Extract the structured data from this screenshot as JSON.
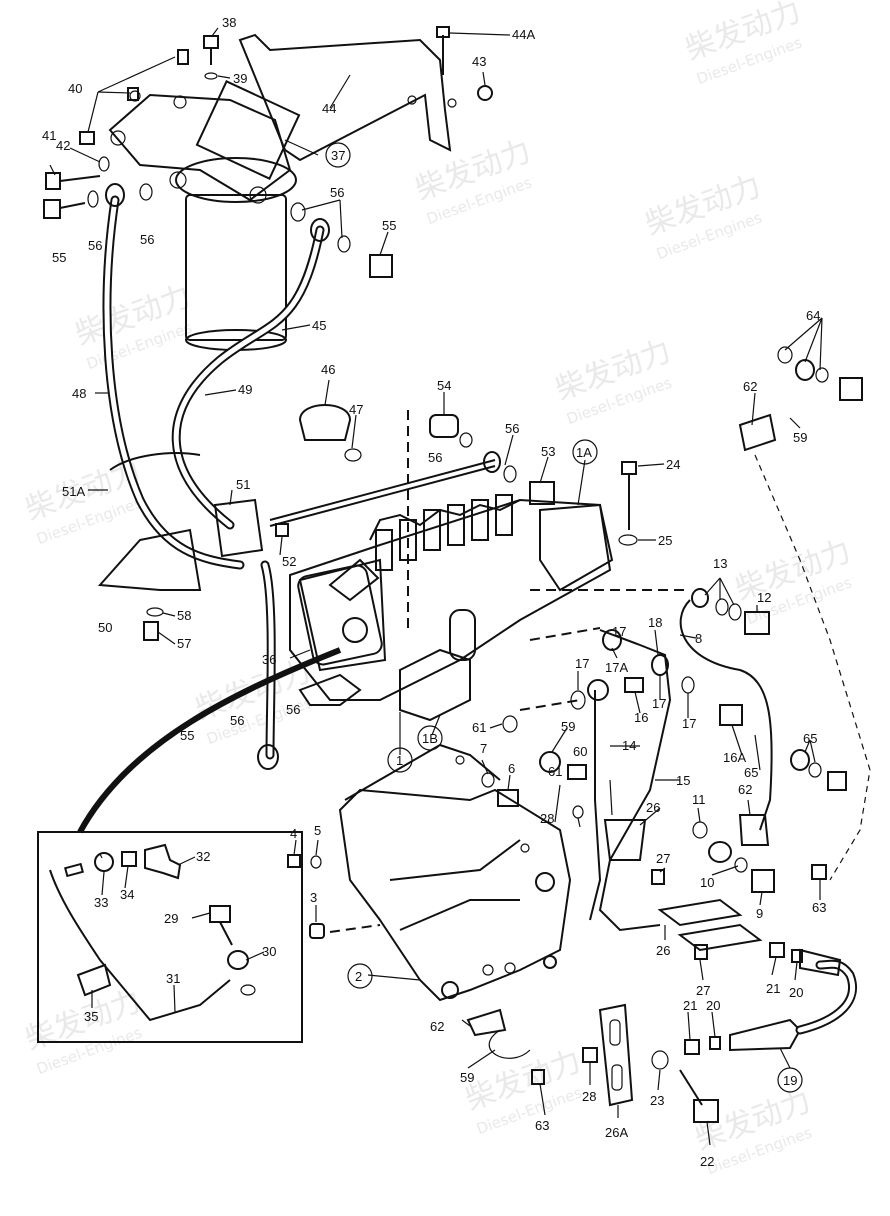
{
  "watermark": {
    "cn": "柴发动力",
    "en": "Diesel-Engines"
  },
  "labels": {
    "l1": "1",
    "l1A": "1A",
    "l1B": "1B",
    "l2": "2",
    "l3": "3",
    "l4": "4",
    "l5": "5",
    "l6": "6",
    "l7": "7",
    "l8": "8",
    "l9": "9",
    "l10": "10",
    "l11": "11",
    "l12": "12",
    "l13": "13",
    "l14": "14",
    "l15": "15",
    "l16": "16",
    "l16A": "16A",
    "l17": "17",
    "l17A": "17A",
    "l18": "18",
    "l19": "19",
    "l20": "20",
    "l21": "21",
    "l22": "22",
    "l23": "23",
    "l24": "24",
    "l25": "25",
    "l26": "26",
    "l26A": "26A",
    "l27": "27",
    "l28": "28",
    "l29": "29",
    "l30": "30",
    "l31": "31",
    "l32": "32",
    "l33": "33",
    "l34": "34",
    "l35": "35",
    "l36": "36",
    "l37": "37",
    "l38": "38",
    "l39": "39",
    "l40": "40",
    "l41": "41",
    "l42": "42",
    "l43": "43",
    "l44": "44",
    "l44A": "44A",
    "l45": "45",
    "l46": "46",
    "l47": "47",
    "l48": "48",
    "l49": "49",
    "l50": "50",
    "l51": "51",
    "l51A": "51A",
    "l52": "52",
    "l53": "53",
    "l54": "54",
    "l55": "55",
    "l56": "56",
    "l57": "57",
    "l58": "58",
    "l59": "59",
    "l60": "60",
    "l61": "61",
    "l62": "62",
    "l63": "63",
    "l64": "64",
    "l65": "65"
  }
}
